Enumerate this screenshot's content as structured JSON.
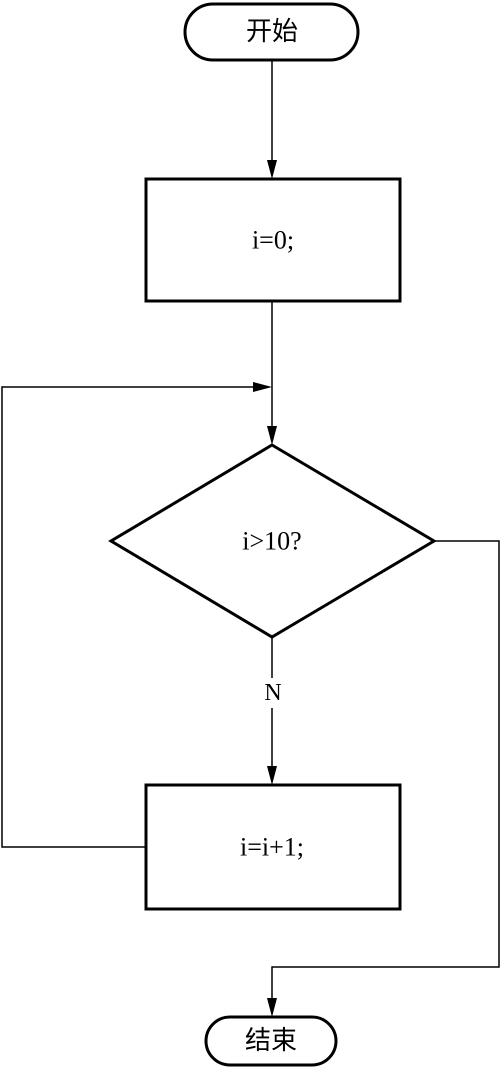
{
  "flowchart": {
    "start": "开始",
    "init": "i=0;",
    "condition": "i>10?",
    "branch_no": "N",
    "increment": "i=i+1;",
    "end": "结束"
  }
}
